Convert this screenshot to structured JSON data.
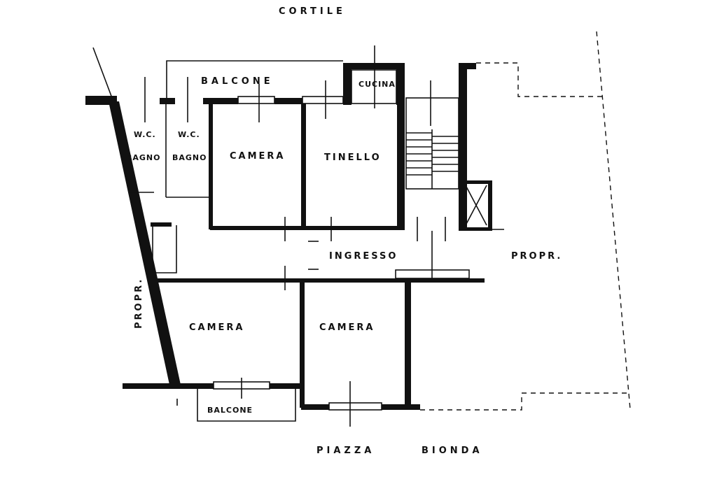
{
  "plan": {
    "labels": {
      "cortile": "CORTILE",
      "balcone_top": "BALCONE",
      "cucina": "CUCINA",
      "wc_1": "W.C.",
      "bagno_1": "BAGNO",
      "wc_2": "W.C.",
      "bagno_2": "BAGNO",
      "camera_top": "CAMERA",
      "tinello": "TINELLO",
      "ingresso": "INGRESSO",
      "propr_right": "PROPR.",
      "propr_left": "PROPR.",
      "camera_bottom_left": "CAMERA",
      "camera_bottom_right": "CAMERA",
      "balcone_bottom": "BALCONE",
      "piazza": "PIAZZA",
      "bionda": "BIONDA"
    }
  }
}
